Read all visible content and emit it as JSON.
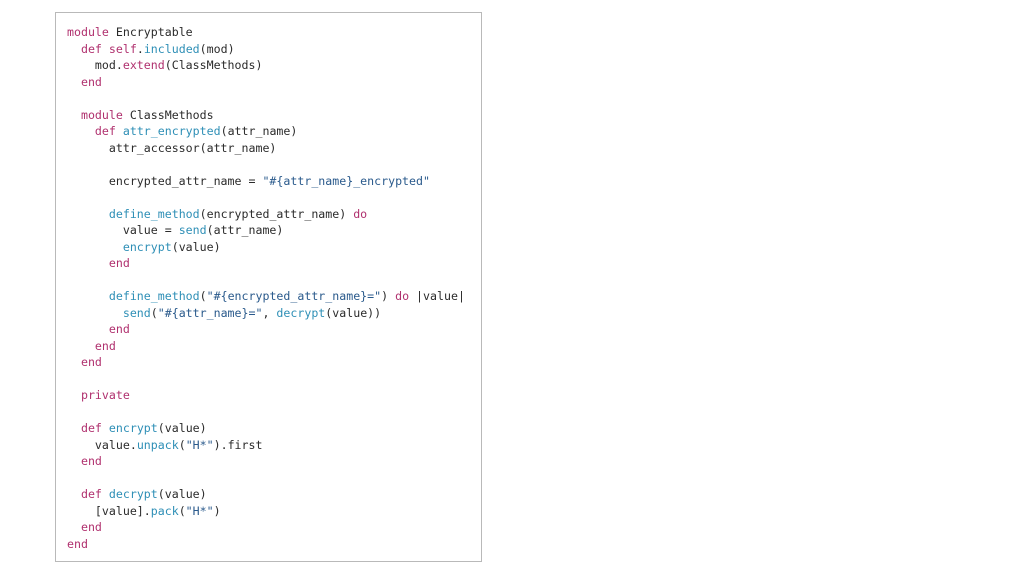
{
  "colors": {
    "keyword": "#b0306e",
    "method": "#2e8fb6",
    "string": "#2a5a8c",
    "plain": "#2b2b2b",
    "border": "#b9b9b9"
  },
  "code_lines": [
    [
      {
        "t": "kw",
        "v": "module"
      },
      {
        "t": "plain",
        "v": " Encryptable"
      }
    ],
    [
      {
        "t": "plain",
        "v": "  "
      },
      {
        "t": "kw",
        "v": "def"
      },
      {
        "t": "plain",
        "v": " "
      },
      {
        "t": "kw",
        "v": "self"
      },
      {
        "t": "plain",
        "v": "."
      },
      {
        "t": "fn",
        "v": "included"
      },
      {
        "t": "plain",
        "v": "(mod)"
      }
    ],
    [
      {
        "t": "plain",
        "v": "    mod."
      },
      {
        "t": "kw",
        "v": "extend"
      },
      {
        "t": "plain",
        "v": "(ClassMethods)"
      }
    ],
    [
      {
        "t": "plain",
        "v": "  "
      },
      {
        "t": "kw",
        "v": "end"
      }
    ],
    [],
    [
      {
        "t": "plain",
        "v": "  "
      },
      {
        "t": "kw",
        "v": "module"
      },
      {
        "t": "plain",
        "v": " ClassMethods"
      }
    ],
    [
      {
        "t": "plain",
        "v": "    "
      },
      {
        "t": "kw",
        "v": "def"
      },
      {
        "t": "plain",
        "v": " "
      },
      {
        "t": "fn",
        "v": "attr_encrypted"
      },
      {
        "t": "plain",
        "v": "(attr_name)"
      }
    ],
    [
      {
        "t": "plain",
        "v": "      attr_accessor(attr_name)"
      }
    ],
    [],
    [
      {
        "t": "plain",
        "v": "      encrypted_attr_name = "
      },
      {
        "t": "str",
        "v": "\"#{attr_name}_encrypted\""
      }
    ],
    [],
    [
      {
        "t": "plain",
        "v": "      "
      },
      {
        "t": "fn",
        "v": "define_method"
      },
      {
        "t": "plain",
        "v": "(encrypted_attr_name) "
      },
      {
        "t": "kw",
        "v": "do"
      }
    ],
    [
      {
        "t": "plain",
        "v": "        value = "
      },
      {
        "t": "fn",
        "v": "send"
      },
      {
        "t": "plain",
        "v": "(attr_name)"
      }
    ],
    [
      {
        "t": "plain",
        "v": "        "
      },
      {
        "t": "fn",
        "v": "encrypt"
      },
      {
        "t": "plain",
        "v": "(value)"
      }
    ],
    [
      {
        "t": "plain",
        "v": "      "
      },
      {
        "t": "kw",
        "v": "end"
      }
    ],
    [],
    [
      {
        "t": "plain",
        "v": "      "
      },
      {
        "t": "fn",
        "v": "define_method"
      },
      {
        "t": "plain",
        "v": "("
      },
      {
        "t": "str",
        "v": "\"#{encrypted_attr_name}=\""
      },
      {
        "t": "plain",
        "v": ") "
      },
      {
        "t": "kw",
        "v": "do"
      },
      {
        "t": "plain",
        "v": " |value|"
      }
    ],
    [
      {
        "t": "plain",
        "v": "        "
      },
      {
        "t": "fn",
        "v": "send"
      },
      {
        "t": "plain",
        "v": "("
      },
      {
        "t": "str",
        "v": "\"#{attr_name}=\""
      },
      {
        "t": "plain",
        "v": ", "
      },
      {
        "t": "fn",
        "v": "decrypt"
      },
      {
        "t": "plain",
        "v": "(value))"
      }
    ],
    [
      {
        "t": "plain",
        "v": "      "
      },
      {
        "t": "kw",
        "v": "end"
      }
    ],
    [
      {
        "t": "plain",
        "v": "    "
      },
      {
        "t": "kw",
        "v": "end"
      }
    ],
    [
      {
        "t": "plain",
        "v": "  "
      },
      {
        "t": "kw",
        "v": "end"
      }
    ],
    [],
    [
      {
        "t": "plain",
        "v": "  "
      },
      {
        "t": "kw",
        "v": "private"
      }
    ],
    [],
    [
      {
        "t": "plain",
        "v": "  "
      },
      {
        "t": "kw",
        "v": "def"
      },
      {
        "t": "plain",
        "v": " "
      },
      {
        "t": "fn",
        "v": "encrypt"
      },
      {
        "t": "plain",
        "v": "(value)"
      }
    ],
    [
      {
        "t": "plain",
        "v": "    value."
      },
      {
        "t": "fn",
        "v": "unpack"
      },
      {
        "t": "plain",
        "v": "("
      },
      {
        "t": "str",
        "v": "\"H*\""
      },
      {
        "t": "plain",
        "v": ").first"
      }
    ],
    [
      {
        "t": "plain",
        "v": "  "
      },
      {
        "t": "kw",
        "v": "end"
      }
    ],
    [],
    [
      {
        "t": "plain",
        "v": "  "
      },
      {
        "t": "kw",
        "v": "def"
      },
      {
        "t": "plain",
        "v": " "
      },
      {
        "t": "fn",
        "v": "decrypt"
      },
      {
        "t": "plain",
        "v": "(value)"
      }
    ],
    [
      {
        "t": "plain",
        "v": "    [value]."
      },
      {
        "t": "fn",
        "v": "pack"
      },
      {
        "t": "plain",
        "v": "("
      },
      {
        "t": "str",
        "v": "\"H*\""
      },
      {
        "t": "plain",
        "v": ")"
      }
    ],
    [
      {
        "t": "plain",
        "v": "  "
      },
      {
        "t": "kw",
        "v": "end"
      }
    ],
    [
      {
        "t": "kw",
        "v": "end"
      }
    ]
  ]
}
